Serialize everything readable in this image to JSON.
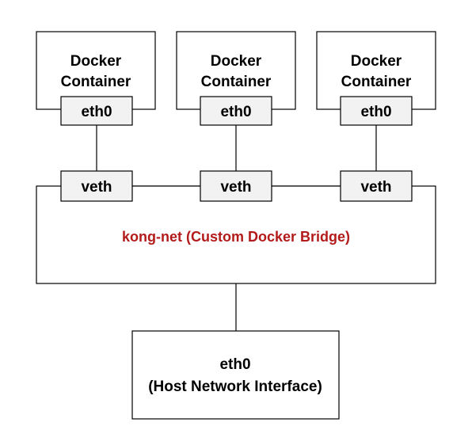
{
  "containers": [
    {
      "title_line1": "Docker",
      "title_line2": "Container",
      "interface": "eth0",
      "veth": "veth"
    },
    {
      "title_line1": "Docker",
      "title_line2": "Container",
      "interface": "eth0",
      "veth": "veth"
    },
    {
      "title_line1": "Docker",
      "title_line2": "Container",
      "interface": "eth0",
      "veth": "veth"
    }
  ],
  "bridge": {
    "label": "kong-net (Custom Docker Bridge)",
    "label_color": "#b31b1b"
  },
  "host": {
    "line1": "eth0",
    "line2": "(Host Network Interface)"
  },
  "colors": {
    "stroke": "#000000",
    "box_fill": "#ffffff",
    "port_fill": "#f2f2f2",
    "text": "#000000"
  }
}
